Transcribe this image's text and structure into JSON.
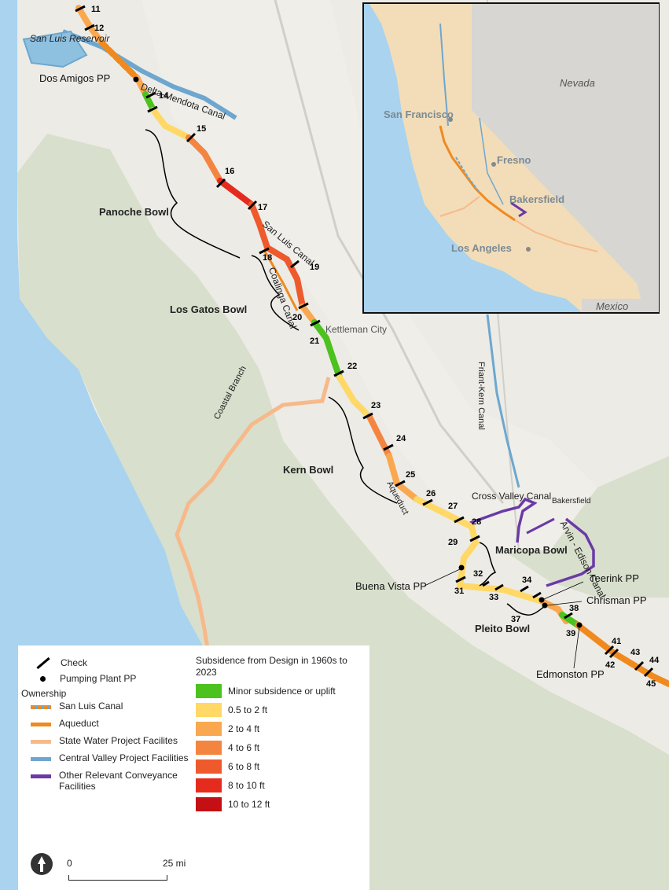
{
  "map": {
    "bowls": [
      "Panoche Bowl",
      "Los Gatos Bowl",
      "Kern Bowl",
      "Maricopa Bowl",
      "Pleito Bowl"
    ],
    "pumping_plants": [
      "Dos Amigos PP",
      "Buena Vista PP",
      "Teerink PP",
      "Chrisman PP",
      "Edmonston PP"
    ],
    "checks": [
      "11",
      "12",
      "14",
      "15",
      "16",
      "17",
      "18",
      "19",
      "20",
      "21",
      "22",
      "23",
      "24",
      "25",
      "26",
      "27",
      "28",
      "29",
      "31",
      "32",
      "33",
      "34",
      "37",
      "38",
      "39",
      "41",
      "42",
      "43",
      "44",
      "45"
    ],
    "canals": [
      "San Luis Canal",
      "Delta-Mendota Canal",
      "Coalinga Canal",
      "Coastal Branch",
      "Aqueduct",
      "Cross Valley Canal",
      "Arvin - Edison Canal",
      "Friant-Kern Canal"
    ],
    "places": [
      "San Luis Reservoir",
      "Kettleman City",
      "Bakersfield"
    ]
  },
  "inset": {
    "cities": [
      "San Francisco",
      "Fresno",
      "Bakersfield",
      "Los Angeles"
    ],
    "regions": [
      "Nevada",
      "Mexico"
    ]
  },
  "legend": {
    "check_label": "Check",
    "pp_label": "Pumping Plant PP",
    "ownership_title": "Ownership",
    "ownership": [
      {
        "label": "San Luis Canal",
        "color": "#f08a1e"
      },
      {
        "label": "Aqueduct",
        "color": "#f08a1e"
      },
      {
        "label": "State Water Project Facilites",
        "color": "#f7b98a"
      },
      {
        "label": "Central Valley Project Facilities",
        "color": "#6da7cf"
      },
      {
        "label": "Other Relevant Conveyance Facilities",
        "color": "#6a3aa6"
      }
    ],
    "subsidence_title": "Subsidence from Design in 1960s to 2023",
    "classes": [
      {
        "label": "Minor subsidence or uplift",
        "color": "#4cc21e"
      },
      {
        "label": "0.5 to 2 ft",
        "color": "#ffd866"
      },
      {
        "label": "2 to 4 ft",
        "color": "#f9a84f"
      },
      {
        "label": "4 to 6 ft",
        "color": "#f48540"
      },
      {
        "label": "6 to 8 ft",
        "color": "#ee5a2c"
      },
      {
        "label": "8 to 10 ft",
        "color": "#e52b1e"
      },
      {
        "label": "10 to 12 ft",
        "color": "#c40f14"
      }
    ],
    "scale_start": "0",
    "scale_end": "25 mi"
  }
}
